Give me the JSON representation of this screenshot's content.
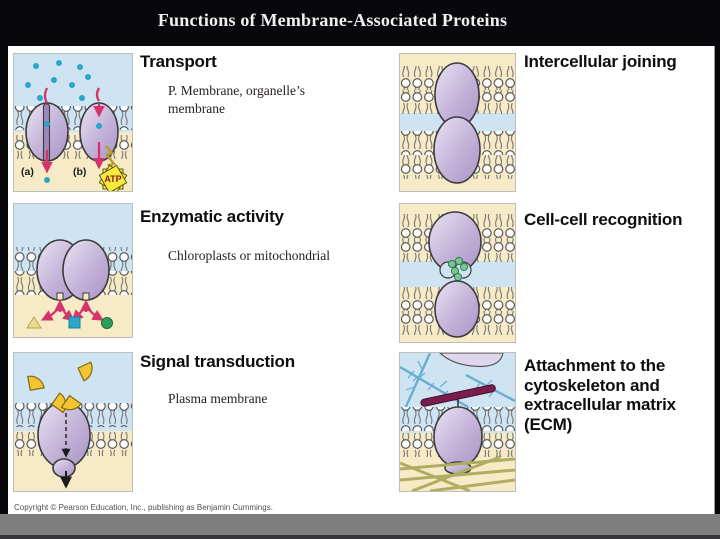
{
  "title": "Functions of Membrane-Associated Proteins",
  "copyright": "Copyright © Pearson Education, Inc., publishing as Benjamin Cummings.",
  "panels": [
    {
      "id": "transport",
      "heading": "Transport",
      "body": "P. Membrane, organelle’s membrane",
      "labels": {
        "a": "(a)",
        "b": "(b)",
        "atp": "ATP"
      }
    },
    {
      "id": "intercellular-joining",
      "heading": "Intercellular joining"
    },
    {
      "id": "enzymatic-activity",
      "heading": "Enzymatic activity",
      "body": "Chloroplasts or mitochondrial"
    },
    {
      "id": "cell-cell-recognition",
      "heading": "Cell-cell recognition"
    },
    {
      "id": "signal-transduction",
      "heading": "Signal transduction",
      "body": "Plasma membrane"
    },
    {
      "id": "ecm-attachment",
      "heading": "Attachment to the cytoskeleton and extracellular matrix (ECM)"
    }
  ],
  "colors": {
    "bg-blue": "#cfe4f2",
    "bg-cream": "#f6ebc6",
    "protein": "#c3b2d8",
    "pink": "#d6336c",
    "cyan": "#2ba6c9",
    "atp-yellow": "#f7e93d",
    "green": "#2f9e57",
    "green-light": "#7cc492",
    "maroon": "#7a1c4c",
    "olive": "#b0ad62",
    "fiber-blue": "#69aed0",
    "gray-bar": "#7e7e7e"
  }
}
